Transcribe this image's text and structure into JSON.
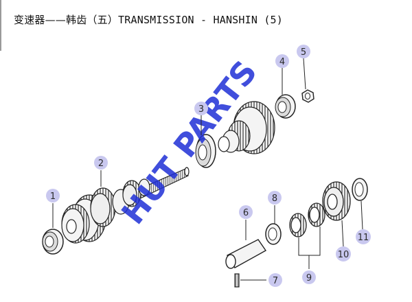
{
  "header": {
    "title_zh": "变速器——韩齿（五）",
    "title_en": "TRANSMISSION - HANSHIN (5)"
  },
  "watermark": {
    "text": "HUT PARTS",
    "color": "#1f2fd6"
  },
  "callouts": [
    "1",
    "2",
    "3",
    "4",
    "5",
    "6",
    "7",
    "8",
    "9",
    "10",
    "11"
  ],
  "colors": {
    "badge_fill": "#c9c8ef",
    "line": "#222222",
    "part_fill": "#f4f4f4",
    "part_dark": "#555555"
  }
}
